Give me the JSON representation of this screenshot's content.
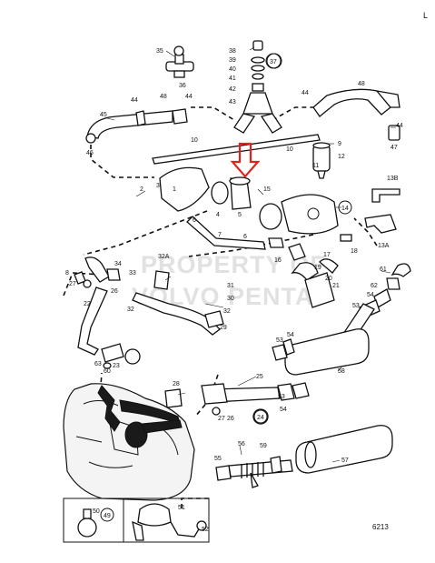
{
  "watermark": {
    "line1": "PROPERTY OF",
    "line2": "VOLVO PENTA"
  },
  "figure_code": "6213",
  "edge_mark": "L",
  "colors": {
    "arrow": "#e0231c",
    "line": "#111111"
  },
  "callout_labels": {
    "c1": "35",
    "c2": "36",
    "c3": "38",
    "c4": "39",
    "c5": "40",
    "c6": "41",
    "c7": "42",
    "c8": "43",
    "c9": "37",
    "c10": "44",
    "c11": "48",
    "c12": "44",
    "c13": "45",
    "c14": "46",
    "c15": "10",
    "c16": "10",
    "c17": "44",
    "c18": "48",
    "c19": "44",
    "c20": "47",
    "c21": "9",
    "c22": "12",
    "c23": "11",
    "c24": "13B",
    "c25": "13A",
    "c26": "3",
    "c27": "2",
    "c28": "4",
    "c29": "5",
    "c30": "15",
    "c31": "14",
    "c32": "7",
    "c33": "6",
    "c34": "16",
    "c35": "17",
    "c36": "18",
    "c37": "19",
    "c38": "20",
    "c39": "21",
    "c40": "32A",
    "c41": "31",
    "c42": "30",
    "c43": "34",
    "c44": "33",
    "c45": "8",
    "c46": "27",
    "c47": "26",
    "c48": "22",
    "c49": "32",
    "c50": "32",
    "c51": "29",
    "c52": "61",
    "c53": "62",
    "c54": "54",
    "c55": "53",
    "c56": "53",
    "c57": "54",
    "c58": "58",
    "c59": "63",
    "c60": "60",
    "c61": "28",
    "c62": "25",
    "c63": "24",
    "c64": "53",
    "c65": "54",
    "c66": "27",
    "c67": "26",
    "c68": "56",
    "c69": "55",
    "c70": "59",
    "c71": "57",
    "c72": "50",
    "c73": "49",
    "c74": "51",
    "c75": "52",
    "c76": "23",
    "c77": "6",
    "c78": "1"
  }
}
